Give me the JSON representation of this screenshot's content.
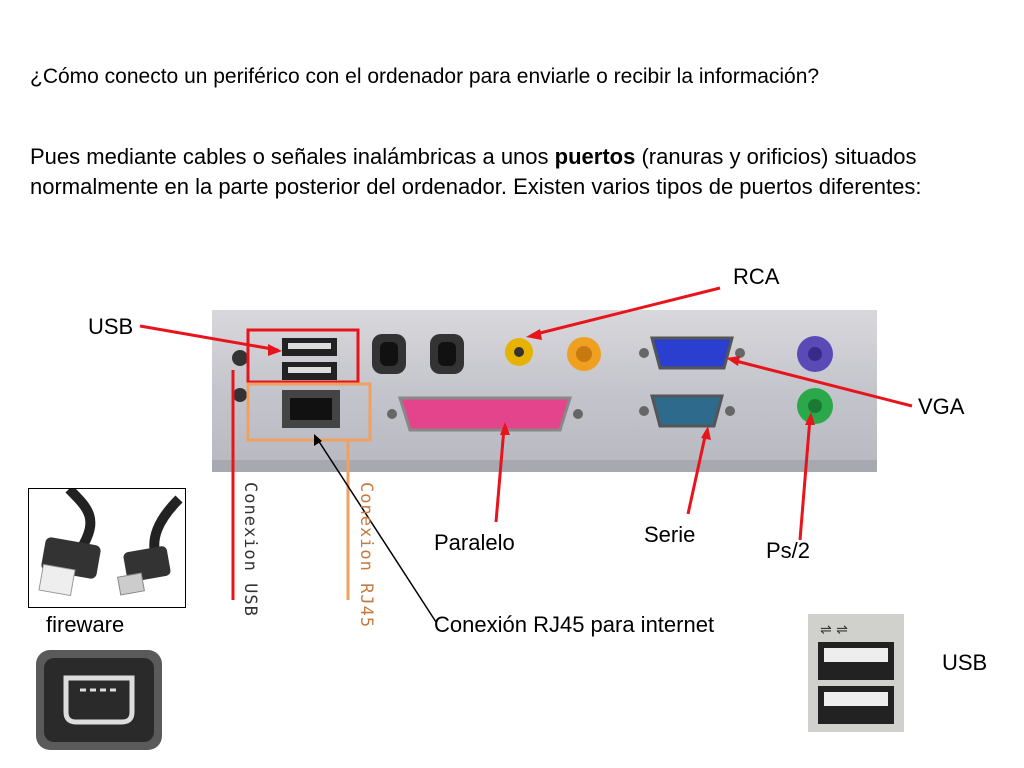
{
  "question": "¿Cómo conecto un periférico con el ordenador para enviarle o recibir la información?",
  "intro": {
    "before": "Pues mediante cables o señales inalámbricas a unos ",
    "bold": "puertos",
    "after": " (ranuras y orificios) situados normalmente en la parte posterior del ordenador. Existen varios tipos de puertos diferentes:"
  },
  "labels": {
    "rca": "RCA",
    "usb_left": "USB",
    "vga": "VGA",
    "paralelo": "Paralelo",
    "serie": "Serie",
    "ps2": "Ps/2",
    "fireware": "fireware",
    "rj45_internet": "Conexión RJ45 para internet",
    "usb_right": "USB"
  },
  "panel_labels": {
    "conexion_usb": "Conexion USB",
    "conexion_rj45": "Conexion RJ45"
  },
  "colors": {
    "arrow": "#e8141c",
    "rj45_box": "#f0a060",
    "usb_box": "#e8141c",
    "parallel": "#e4448c",
    "vga": "#2a3fd0",
    "serial": "#2e6a8c",
    "ps2_purple": "#5a4ab8",
    "ps2_green": "#2aa84a",
    "rca": "#e8b200",
    "svideo": "#f0a020"
  }
}
